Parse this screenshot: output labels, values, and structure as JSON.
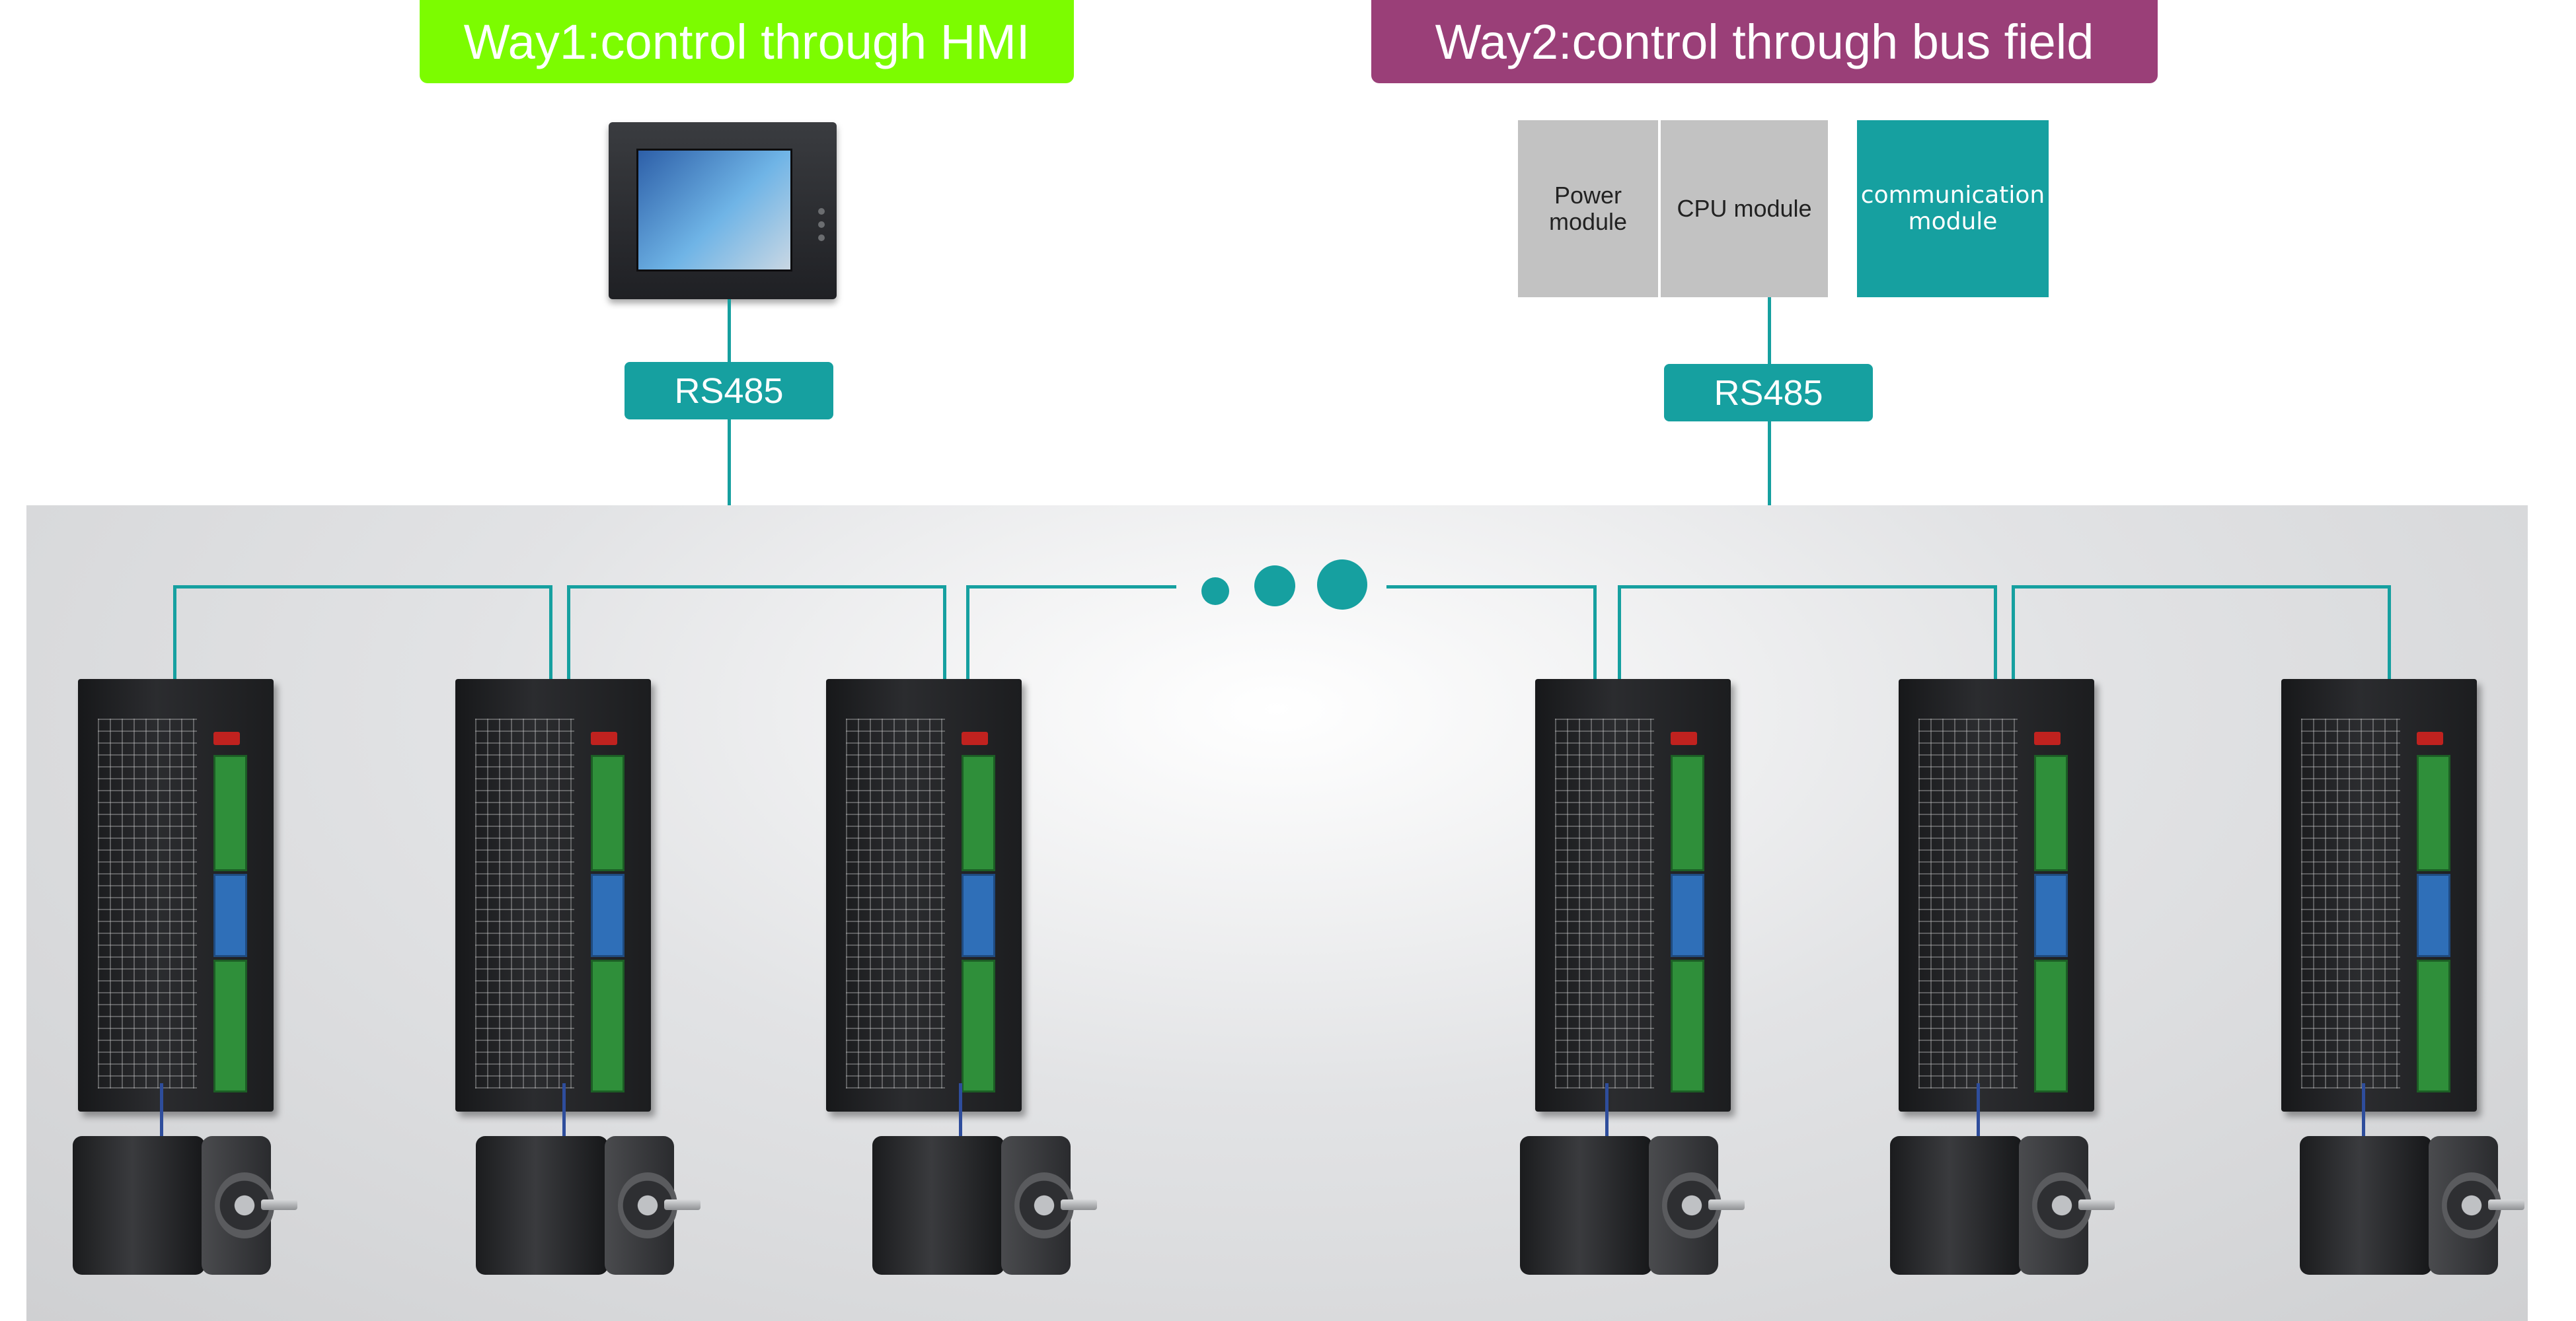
{
  "banners": {
    "way1": {
      "label": "Way1:control through HMI",
      "color": "#7cfc00"
    },
    "way2": {
      "label": "Way2:control through bus field",
      "color": "#9a3f78"
    }
  },
  "plc": {
    "power_module": "Power module",
    "cpu_module": "CPU module",
    "communication_module": "communication module"
  },
  "rs485": {
    "left_label": "RS485",
    "right_label": "RS485",
    "color": "#16a0a0"
  },
  "nodes": {
    "driver_count": 6,
    "motor_count": 6
  }
}
